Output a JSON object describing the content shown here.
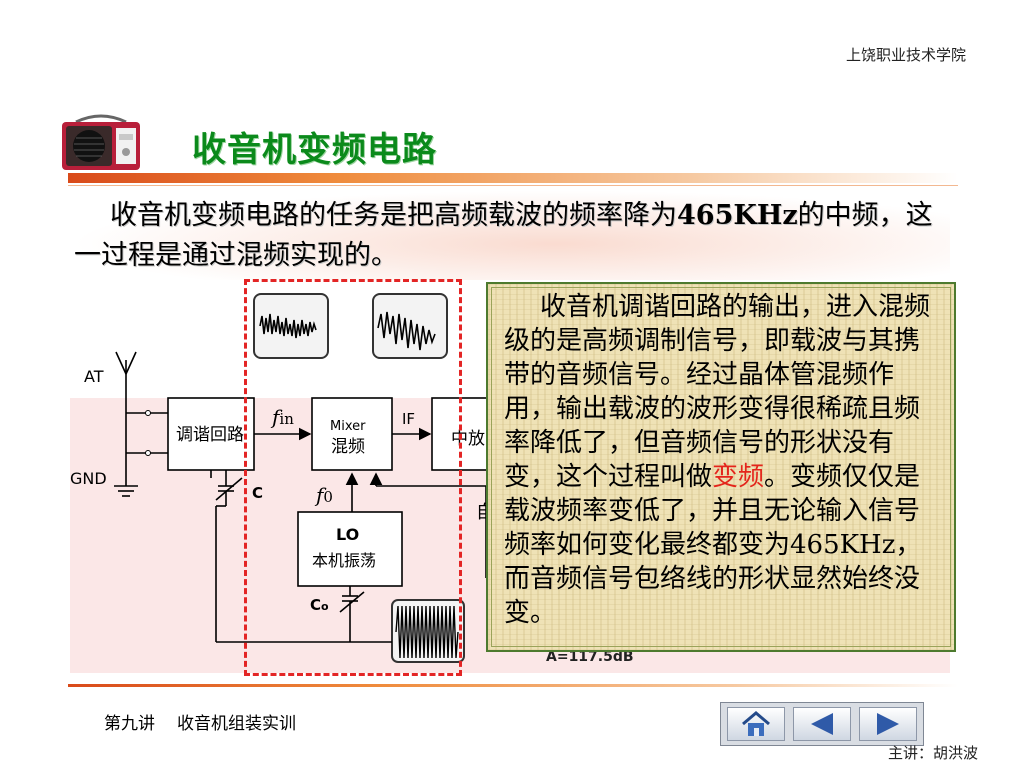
{
  "header": {
    "school": "上饶职业技术学院"
  },
  "slide": {
    "title": "收音机变频电路",
    "intro_main": "收音机变频电路的任务是把高频载波的频率降为",
    "intro_bold": "465KHz",
    "intro_tail": "的中频，这一过程是通过混频实现的。"
  },
  "diagram": {
    "at": "AT",
    "gnd": "GND",
    "tuning": "调谐回路",
    "fin_f": "f",
    "fin_sub": "in",
    "mixer_en": "Mixer",
    "mixer_cn": "混频",
    "if": "IF",
    "if_amp": "中放",
    "c_label": "C",
    "fo_f": "f",
    "fo_sub": "0",
    "lo_en": "LO",
    "lo_cn": "本机振荡",
    "co_label": "C",
    "co_sub": "o",
    "auto_partial": "自",
    "db_partial": "A=117.5dB"
  },
  "note": {
    "part1": "收音机调谐回路的输出，进入混频级的是高频调制信号，即载波与其携带的音频信号。经过晶体管混频作用，输出载波的波形变得很稀疏且频率降低了，但音频信号的形状没有变，这个过程叫做",
    "highlight": "变频",
    "part2": "。变频仅仅是载波频率变低了，并且无论输入信号频率如何变化最终都变为465KHz，而音频信号包络线的形状显然始终没变。"
  },
  "footer": {
    "lecture": "第九讲",
    "course": "收音机组装实训",
    "presenter": "主讲：胡洪波"
  },
  "nav": {
    "home": "home-icon",
    "prev": "left-arrow-icon",
    "next": "right-arrow-icon"
  }
}
